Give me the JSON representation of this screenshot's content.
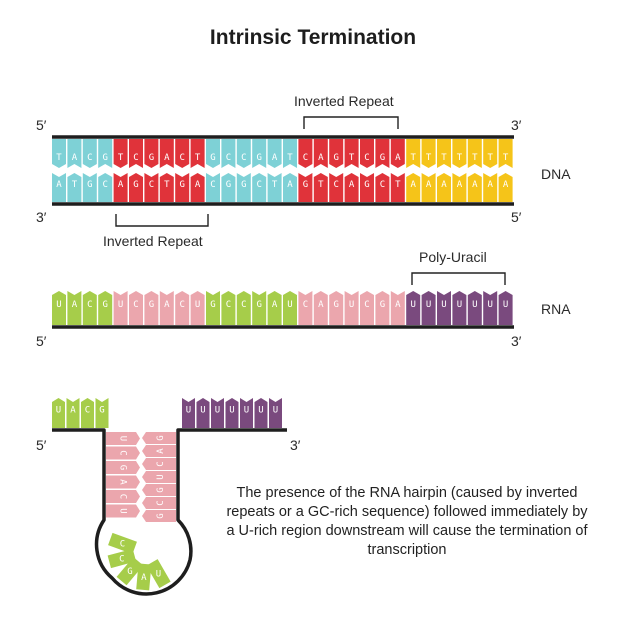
{
  "title": "Intrinsic Termination",
  "dna": {
    "top_strand": [
      "T",
      "A",
      "C",
      "G",
      "T",
      "C",
      "G",
      "A",
      "C",
      "T",
      "G",
      "C",
      "C",
      "G",
      "A",
      "T",
      "C",
      "A",
      "G",
      "T",
      "C",
      "G",
      "A",
      "T",
      "T",
      "T",
      "T",
      "T",
      "T",
      "T"
    ],
    "bottom_strand": [
      "A",
      "T",
      "G",
      "C",
      "A",
      "G",
      "C",
      "T",
      "G",
      "A",
      "C",
      "G",
      "G",
      "C",
      "T",
      "A",
      "G",
      "T",
      "C",
      "A",
      "G",
      "C",
      "T",
      "A",
      "A",
      "A",
      "A",
      "A",
      "A",
      "A"
    ],
    "colors": [
      "cyan",
      "cyan",
      "cyan",
      "cyan",
      "red",
      "red",
      "red",
      "red",
      "red",
      "red",
      "cyan",
      "cyan",
      "cyan",
      "cyan",
      "cyan",
      "cyan",
      "red",
      "red",
      "red",
      "red",
      "red",
      "red",
      "red",
      "yellow",
      "yellow",
      "yellow",
      "yellow",
      "yellow",
      "yellow",
      "yellow"
    ],
    "label": "DNA",
    "top_five_prime": "5′",
    "top_three_prime": "3′",
    "bottom_three_prime": "3′",
    "bottom_five_prime": "5′",
    "inverted_repeat_top": "Inverted Repeat",
    "inverted_repeat_bottom": "Inverted Repeat"
  },
  "rna": {
    "sequence": [
      "U",
      "A",
      "C",
      "G",
      "U",
      "C",
      "G",
      "A",
      "C",
      "U",
      "G",
      "C",
      "C",
      "G",
      "A",
      "U",
      "C",
      "A",
      "G",
      "U",
      "C",
      "G",
      "A",
      "U",
      "U",
      "U",
      "U",
      "U",
      "U",
      "U"
    ],
    "colors": [
      "green",
      "green",
      "green",
      "green",
      "pink",
      "pink",
      "pink",
      "pink",
      "pink",
      "pink",
      "green",
      "green",
      "green",
      "green",
      "green",
      "green",
      "pink",
      "pink",
      "pink",
      "pink",
      "pink",
      "pink",
      "pink",
      "purple",
      "purple",
      "purple",
      "purple",
      "purple",
      "purple",
      "purple"
    ],
    "label": "RNA",
    "five_prime": "5′",
    "three_prime": "3′",
    "poly_uracil": "Poly-Uracil"
  },
  "hairpin": {
    "left_tail": [
      "U",
      "A",
      "C",
      "G"
    ],
    "right_tail": [
      "U",
      "U",
      "U",
      "U",
      "U",
      "U",
      "U"
    ],
    "stem_left": [
      "U",
      "C",
      "G",
      "A",
      "C",
      "U"
    ],
    "stem_right": [
      "G",
      "A",
      "C",
      "U",
      "G",
      "C",
      "G"
    ],
    "loop": [
      "C",
      "C",
      "G",
      "A",
      "U"
    ],
    "five_prime": "5′",
    "three_prime": "3′"
  },
  "colors": {
    "cyan": "#7ed1d6",
    "red": "#e0333a",
    "yellow": "#f5c419",
    "green": "#a6cd4a",
    "pink": "#eba6ad",
    "purple": "#7a4a7e",
    "strand": "#1e1e1e"
  },
  "description": "The presence of the RNA hairpin (caused by inverted repeats or a GC-rich sequence) followed immediately by a U-rich region downstream will cause the termination of transcription"
}
